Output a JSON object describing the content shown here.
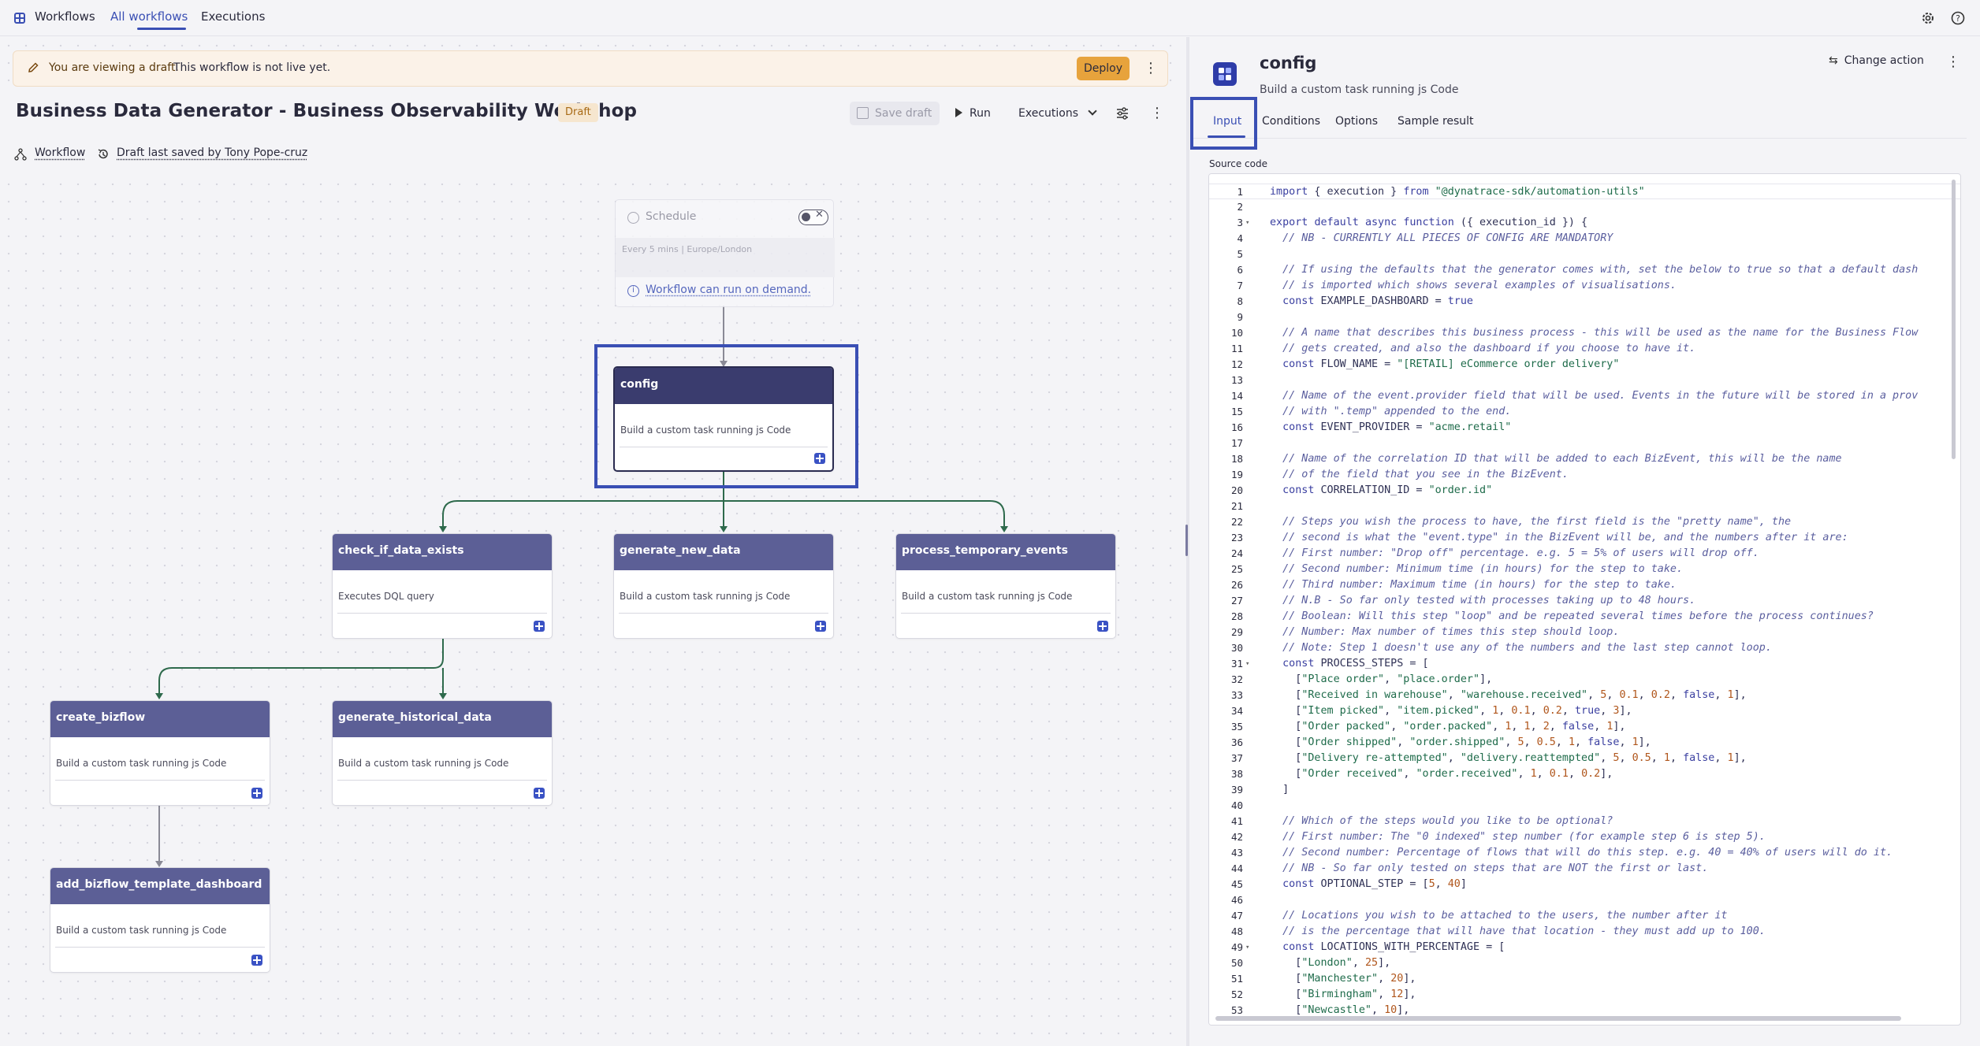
{
  "topbar": {
    "app_name": "Workflows",
    "tab_all": "All workflows",
    "tab_exec": "Executions"
  },
  "banner": {
    "text_bold": "You are viewing a draft.",
    "text": "This workflow is not live yet.",
    "deploy": "Deploy"
  },
  "workflow": {
    "title": "Business Data Generator - Business Observability Workshop",
    "badge": "Draft",
    "save_draft": "Save draft",
    "run": "Run",
    "executions": "Executions",
    "workflow_link": "Workflow",
    "last_saved": "Draft last saved by Tony Pope-cruz"
  },
  "schedule": {
    "title": "Schedule",
    "detail": "Every 5 mins | Europe/London",
    "on_demand": "Workflow can run on demand."
  },
  "nodes": {
    "config": {
      "title": "config",
      "desc": "Build a custom task running js Code"
    },
    "check": {
      "title": "check_if_data_exists",
      "desc": "Executes DQL query"
    },
    "generate_new": {
      "title": "generate_new_data",
      "desc": "Build a custom task running js Code"
    },
    "process_temp": {
      "title": "process_temporary_events",
      "desc": "Build a custom task running js Code"
    },
    "create_bizflow": {
      "title": "create_bizflow",
      "desc": "Build a custom task running js Code"
    },
    "generate_hist": {
      "title": "generate_historical_data",
      "desc": "Build a custom task running js Code"
    },
    "add_dashboard": {
      "title": "add_bizflow_template_dashboard",
      "desc": "Build a custom task running js Code"
    }
  },
  "panel": {
    "title": "config",
    "subtitle": "Build a custom task running js Code",
    "change_action": "Change action",
    "tabs": [
      "Input",
      "Conditions",
      "Options",
      "Sample result"
    ],
    "source_label": "Source code"
  },
  "code": [
    "import { execution } from \"@dynatrace-sdk/automation-utils\"",
    "",
    "export default async function ({ execution_id }) {",
    "  // NB - CURRENTLY ALL PIECES OF CONFIG ARE MANDATORY",
    "",
    "  // If using the defaults that the generator comes with, set the below to true so that a default dash",
    "  // is imported which shows several examples of visualisations.",
    "  const EXAMPLE_DASHBOARD = true",
    "",
    "  // A name that describes this business process - this will be used as the name for the Business Flow",
    "  // gets created, and also the dashboard if you choose to have it.",
    "  const FLOW_NAME = \"[RETAIL] eCommerce order delivery\"",
    "",
    "  // Name of the event.provider field that will be used. Events in the future will be stored in a prov",
    "  // with \".temp\" appended to the end.",
    "  const EVENT_PROVIDER = \"acme.retail\"",
    "",
    "  // Name of the correlation ID that will be added to each BizEvent, this will be the name",
    "  // of the field that you see in the BizEvent.",
    "  const CORRELATION_ID = \"order.id\"",
    "",
    "  // Steps you wish the process to have, the first field is the \"pretty name\", the",
    "  // second is what the \"event.type\" in the BizEvent will be, and the numbers after it are:",
    "  // First number: \"Drop off\" percentage. e.g. 5 = 5% of users will drop off.",
    "  // Second number: Minimum time (in hours) for the step to take.",
    "  // Third number: Maximum time (in hours) for the step to take.",
    "  // N.B - So far only tested with processes taking up to 48 hours.",
    "  // Boolean: Will this step \"loop\" and be repeated several times before the process continues?",
    "  // Number: Max number of times this step should loop.",
    "  // Note: Step 1 doesn't use any of the numbers and the last step cannot loop.",
    "  const PROCESS_STEPS = [",
    "    [\"Place order\", \"place.order\"],",
    "    [\"Received in warehouse\", \"warehouse.received\", 5, 0.1, 0.2, false, 1],",
    "    [\"Item picked\", \"item.picked\", 1, 0.1, 0.2, true, 3],",
    "    [\"Order packed\", \"order.packed\", 1, 1, 2, false, 1],",
    "    [\"Order shipped\", \"order.shipped\", 5, 0.5, 1, false, 1],",
    "    [\"Delivery re-attempted\", \"delivery.reattempted\", 5, 0.5, 1, false, 1],",
    "    [\"Order received\", \"order.received\", 1, 0.1, 0.2],",
    "  ]",
    "",
    "  // Which of the steps would you like to be optional?",
    "  // First number: The \"0 indexed\" step number (for example step 6 is step 5).",
    "  // Second number: Percentage of flows that will do this step. e.g. 40 = 40% of users will do it.",
    "  // NB - So far only tested on steps that are NOT the first or last.",
    "  const OPTIONAL_STEP = [5, 40]",
    "",
    "  // Locations you wish to be attached to the users, the number after it",
    "  // is the percentage that will have that location - they must add up to 100.",
    "  const LOCATIONS_WITH_PERCENTAGE = [",
    "    [\"London\", 25],",
    "    [\"Manchester\", 20],",
    "    [\"Birmingham\", 12],",
    "    [\"Newcastle\", 10],"
  ],
  "fold_lines": [
    3,
    31,
    49
  ],
  "colors": {
    "accent": "#3a4fb4",
    "node_header": "#5c5f96",
    "deploy": "#e7a33c"
  }
}
